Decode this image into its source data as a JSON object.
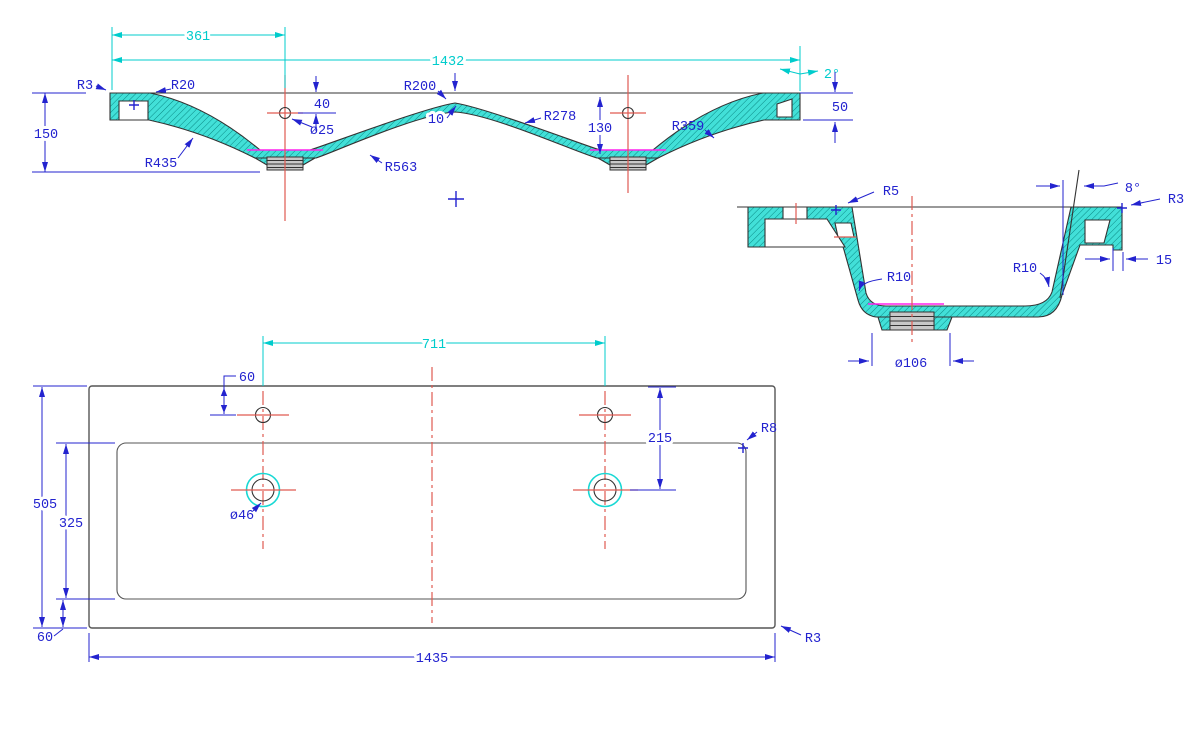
{
  "front": {
    "d361": "361",
    "d1432": "1432",
    "d150": "150",
    "d40": "40",
    "d25": "ø25",
    "d10": "10",
    "d130": "130",
    "d50": "50",
    "angle": "2°",
    "r3": "R3",
    "r20": "R20",
    "r200": "R200",
    "r278": "R278",
    "r359": "R359",
    "r435": "R435",
    "r563": "R563"
  },
  "side": {
    "r5": "R5",
    "r3": "R3",
    "angle": "8°",
    "r10_left": "R10",
    "r10_right": "R10",
    "d15": "15",
    "d106": "ø106"
  },
  "plan": {
    "d711": "711",
    "d60_top": "60",
    "d215": "215",
    "d46": "ø46",
    "d505": "505",
    "d325": "325",
    "d60_bottom": "60",
    "d1435": "1435",
    "r8": "R8",
    "r3": "R3"
  },
  "colors": {
    "section_fill": "#42e0d8",
    "hatch_line": "#0a8a86",
    "dim_blue": "#2323cf",
    "dim_cyan": "#00cccc",
    "centerline_red": "#e05a52",
    "drain_magenta": "#ff22ee",
    "outline": "#333333",
    "plan_outline": "#555555",
    "background": "#ffffff"
  }
}
